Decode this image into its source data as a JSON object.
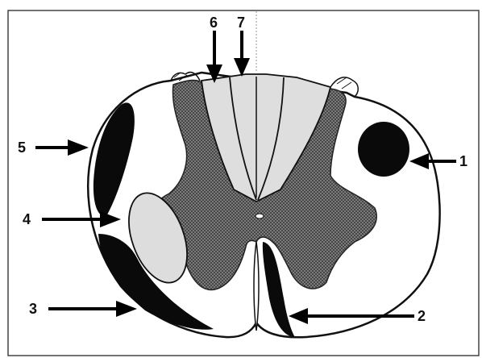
{
  "diagram": {
    "labels": [
      {
        "id": "1",
        "text": "1"
      },
      {
        "id": "2",
        "text": "2"
      },
      {
        "id": "3",
        "text": "3"
      },
      {
        "id": "4",
        "text": "4"
      },
      {
        "id": "5",
        "text": "5"
      },
      {
        "id": "6",
        "text": "6"
      },
      {
        "id": "7",
        "text": "7"
      }
    ]
  }
}
